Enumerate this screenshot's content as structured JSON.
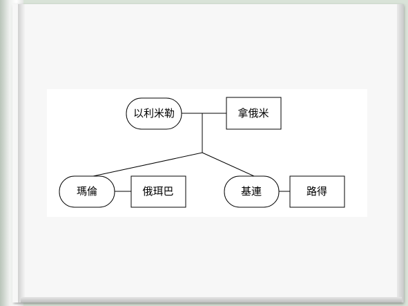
{
  "diagram": {
    "nodes": {
      "father": {
        "label": "以利米勒"
      },
      "mother": {
        "label": "拿俄米"
      },
      "son1": {
        "label": "瑪倫"
      },
      "son1_wife": {
        "label": "俄珥巴"
      },
      "son2": {
        "label": "基連"
      },
      "son2_wife": {
        "label": "路得"
      }
    }
  }
}
